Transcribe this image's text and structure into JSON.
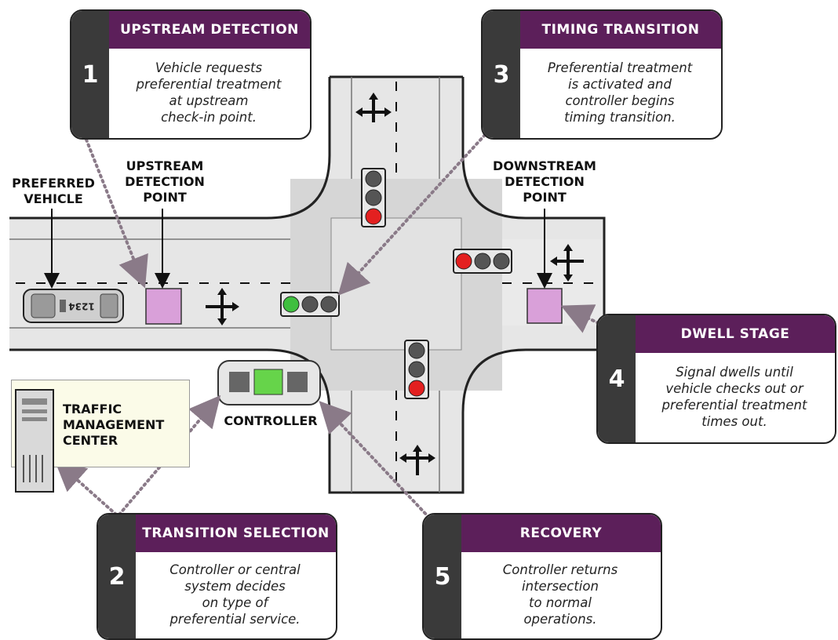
{
  "callouts": [
    {
      "number": "1",
      "title": "UPSTREAM DETECTION",
      "text": "Vehicle requests\npreferential treatment\nat upstream\ncheck-in point."
    },
    {
      "number": "2",
      "title": "TRANSITION SELECTION",
      "text": "Controller or central\nsystem decides\non type of\npreferential service."
    },
    {
      "number": "3",
      "title": "TIMING TRANSITION",
      "text": "Preferential treatment\nis activated and\ncontroller begins\ntiming transition."
    },
    {
      "number": "4",
      "title": "DWELL STAGE",
      "text": "Signal dwells until\nvehicle checks out or\npreferential treatment\ntimes out."
    },
    {
      "number": "5",
      "title": "RECOVERY",
      "text": "Controller returns\nintersection\nto normal\noperations."
    }
  ],
  "labels": {
    "preferred_vehicle": "PREFERRED\nVEHICLE",
    "upstream_point": "UPSTREAM\nDETECTION\nPOINT",
    "downstream_point": "DOWNSTREAM\nDETECTION\nPOINT",
    "controller": "CONTROLLER",
    "tmc": "TRAFFIC\nMANAGEMENT\nCENTER"
  },
  "vehicle_plate": "1234",
  "colors": {
    "header": "#5c1f5a",
    "number_bar": "#3a3a3a",
    "road": "#e6e6e6",
    "intersection_box": "#d6d6d6",
    "detector": "#d9a0d9",
    "signal_red": "#e32020",
    "signal_green": "#3fbf3f",
    "signal_off": "#555555",
    "tmc_background": "#fbfbe8"
  },
  "signals": [
    {
      "id": "north",
      "orientation": "vertical",
      "lit": "red"
    },
    {
      "id": "west",
      "orientation": "horizontal",
      "lit": "green"
    },
    {
      "id": "east",
      "orientation": "horizontal",
      "lit": "red"
    },
    {
      "id": "south",
      "orientation": "vertical",
      "lit": "red"
    }
  ]
}
